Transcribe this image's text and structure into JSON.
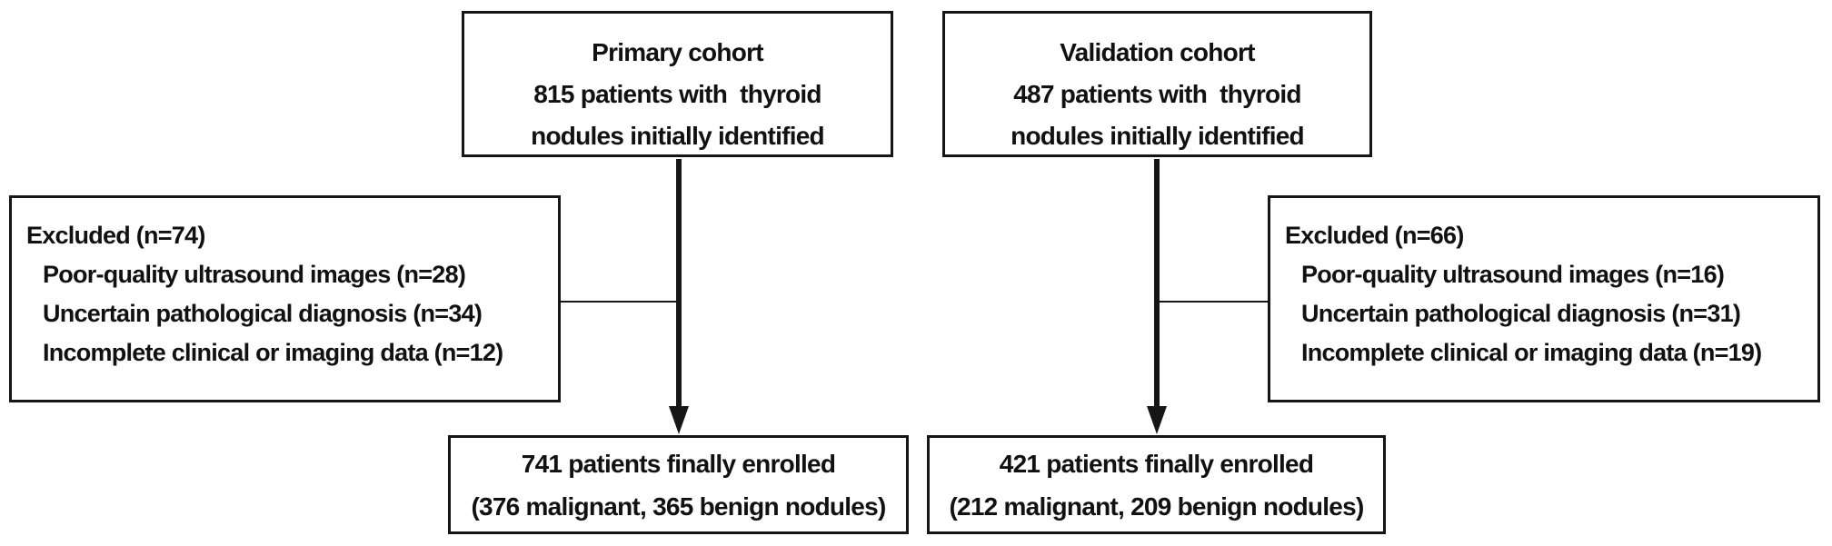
{
  "figure": {
    "type": "patient-flow-diagram",
    "colors": {
      "ink": "#161616",
      "background": "#ffffff"
    },
    "columns": [
      {
        "id": "primary",
        "cohort_box": {
          "line1": "Primary cohort",
          "line2": "815 patients with  thyroid",
          "line3": "nodules initially identified"
        },
        "excluded_box": {
          "header": "Excluded (n=74)",
          "items": [
            "Poor-quality ultrasound images (n=28)",
            "Uncertain pathological diagnosis (n=34)",
            "Incomplete clinical or imaging data (n=12)"
          ]
        },
        "enrolled_box": {
          "line1": "741 patients finally enrolled",
          "line2": "(376 malignant, 365 benign nodules)"
        }
      },
      {
        "id": "validation",
        "cohort_box": {
          "line1": "Validation cohort",
          "line2": "487 patients with  thyroid",
          "line3": "nodules initially identified"
        },
        "excluded_box": {
          "header": "Excluded (n=66)",
          "items": [
            "Poor-quality ultrasound images (n=16)",
            "Uncertain pathological diagnosis (n=31)",
            "Incomplete clinical or imaging data (n=19)"
          ]
        },
        "enrolled_box": {
          "line1": "421 patients finally enrolled",
          "line2": "(212 malignant, 209 benign nodules)"
        }
      }
    ]
  }
}
